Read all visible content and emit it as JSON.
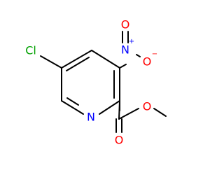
{
  "molecule": {
    "labels": {
      "chlorine": "Cl",
      "ring_nitrogen": "N",
      "nitro_nitrogen": "N",
      "nitro_oxygen_double": "O",
      "nitro_oxygen_single": "O",
      "carbonyl_oxygen": "O",
      "ester_oxygen": "O",
      "plus": "+",
      "minus": "−"
    },
    "colors": {
      "bond": "#000000",
      "carbon": "#000000",
      "nitrogen": "#0000ff",
      "oxygen": "#ff0000",
      "chlorine": "#00a000"
    }
  }
}
